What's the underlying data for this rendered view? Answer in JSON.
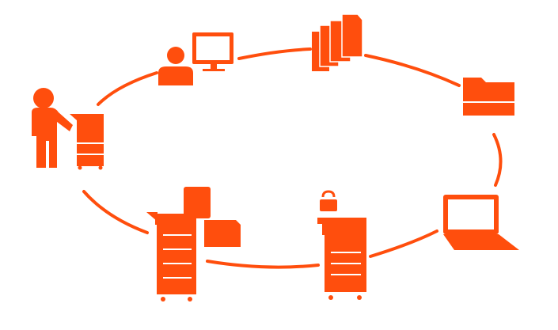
{
  "colors": {
    "accent": "#ff4e0d",
    "background": "#ffffff"
  },
  "diagram": {
    "type": "workflow-cycle",
    "nodes": [
      {
        "id": "user-at-computer",
        "icon": "person-at-monitor-icon"
      },
      {
        "id": "documents",
        "icon": "document-stack-icon"
      },
      {
        "id": "folder",
        "icon": "folder-icon"
      },
      {
        "id": "laptop",
        "icon": "laptop-icon"
      },
      {
        "id": "secure-printer",
        "icon": "printer-with-lock-icon"
      },
      {
        "id": "printer-with-docs",
        "icon": "printer-with-documents-icon"
      },
      {
        "id": "person-at-copier",
        "icon": "person-at-copier-icon"
      }
    ]
  }
}
